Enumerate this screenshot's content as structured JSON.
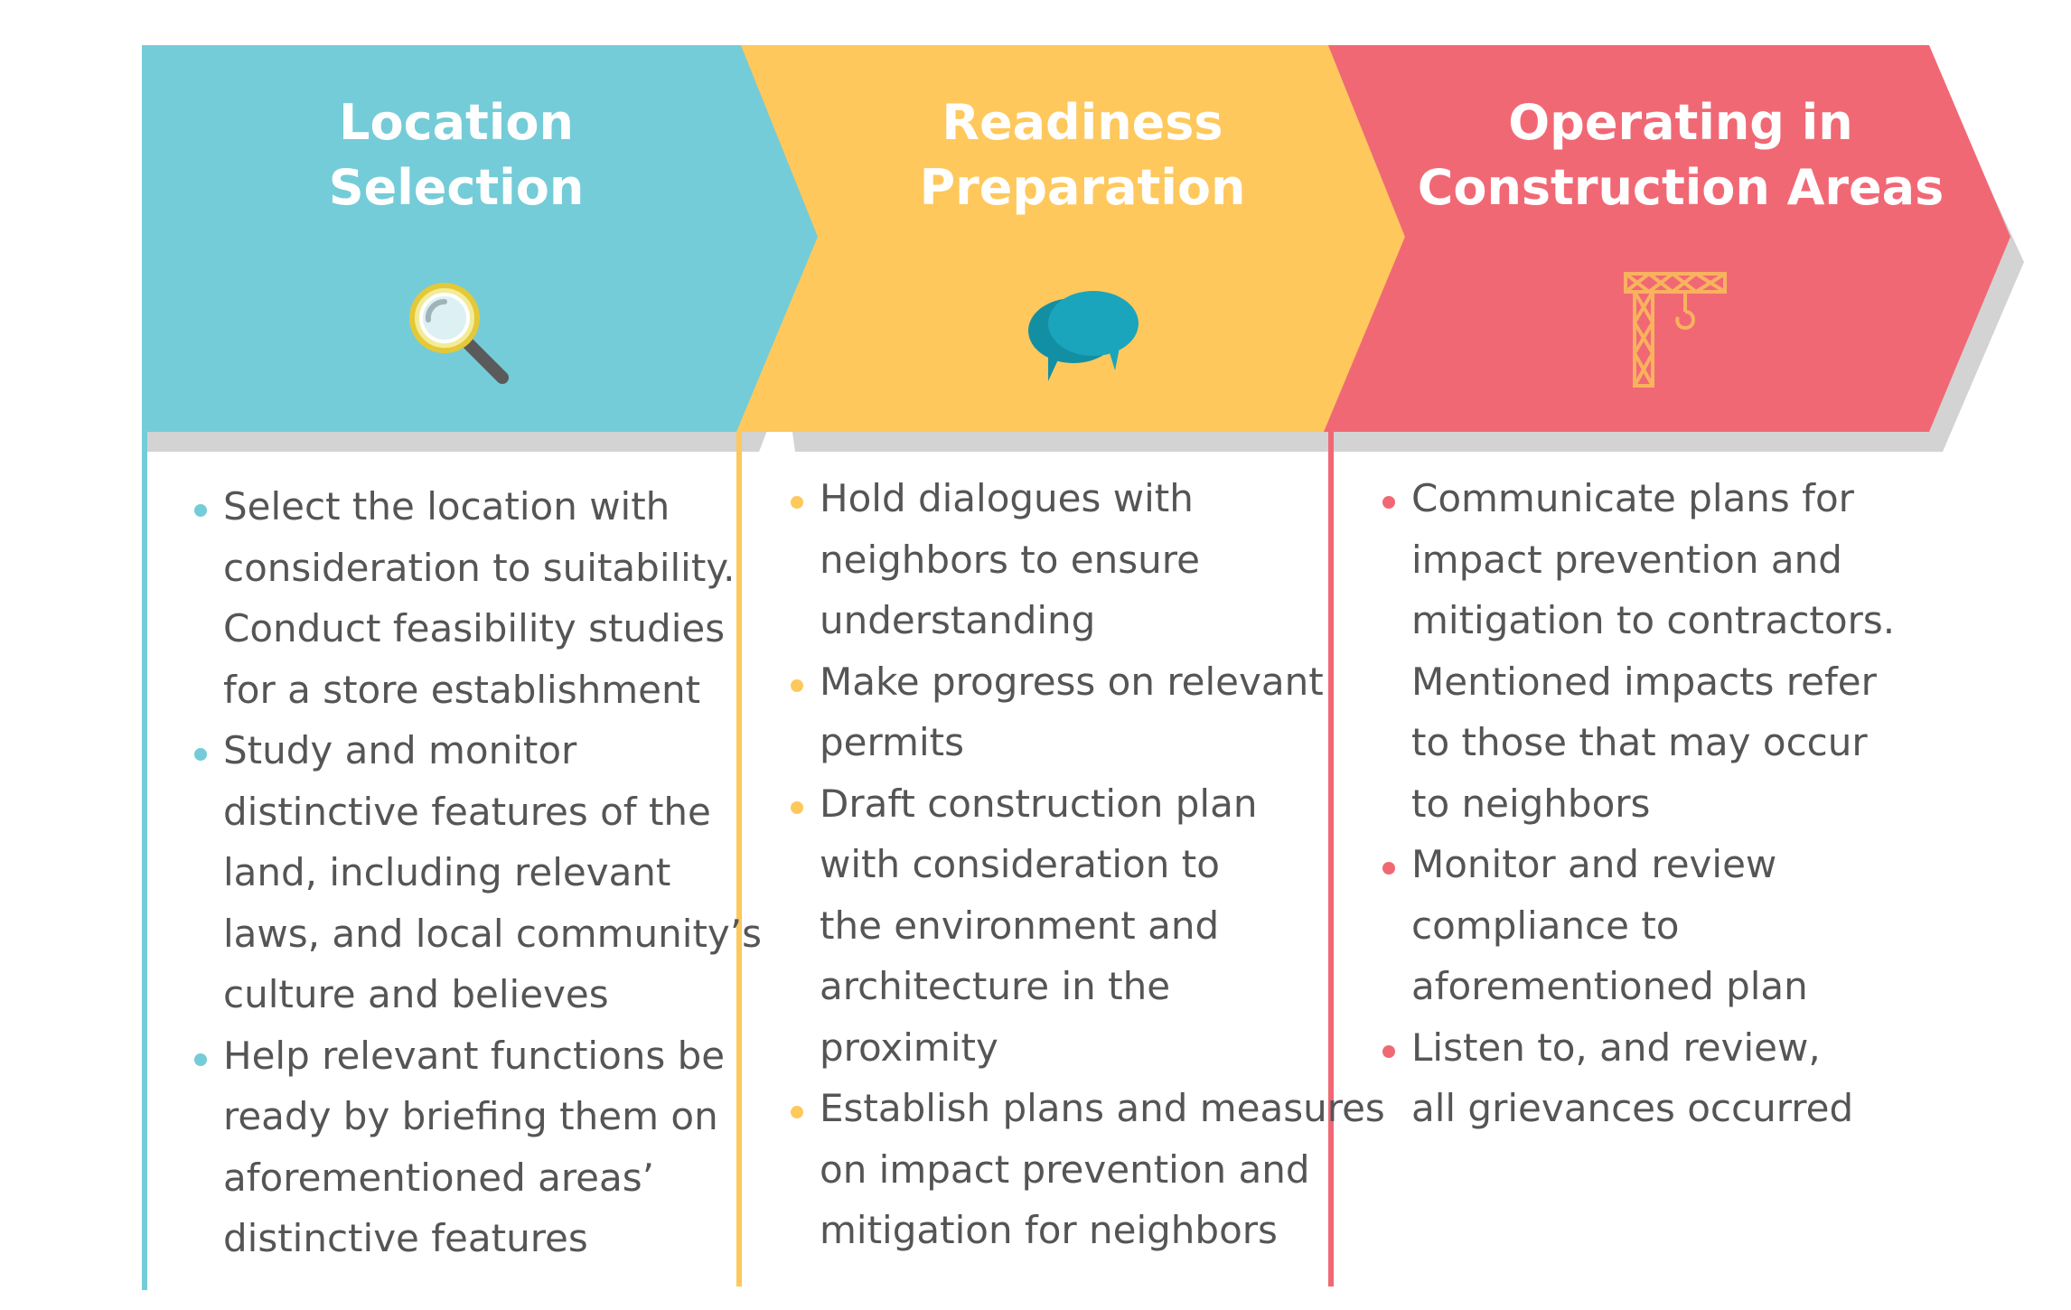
{
  "colors": {
    "teal": "#74CCD8",
    "yellow": "#FEC85C",
    "red": "#F16875",
    "shadow": "#D3D3D3",
    "text": "#555555",
    "chat_blue": "#1BA5BC",
    "crane_orange": "#F9B25E"
  },
  "stages": [
    {
      "title_lines": [
        "Location",
        "Selection"
      ],
      "icon": "magnifier-icon",
      "items": [
        [
          "Select the location with",
          "consideration to suitability.",
          "Conduct feasibility studies",
          "for a store establishment"
        ],
        [
          "Study and monitor",
          "distinctive features of the",
          "land, including relevant",
          "laws, and local community’s",
          "culture and believes"
        ],
        [
          "Help relevant functions be",
          "ready by briefing them on",
          "aforementioned areas’",
          "distinctive features"
        ]
      ]
    },
    {
      "title_lines": [
        "Readiness",
        "Preparation"
      ],
      "icon": "speech-bubbles-icon",
      "items": [
        [
          "Hold dialogues with",
          "neighbors to ensure",
          "understanding"
        ],
        [
          "Make progress on relevant",
          "permits"
        ],
        [
          "Draft construction plan",
          "with consideration to",
          "the environment and",
          "architecture in the",
          "proximity"
        ],
        [
          "Establish plans and measures",
          "on impact prevention and",
          "mitigation for neighbors"
        ]
      ]
    },
    {
      "title_lines": [
        "Operating in",
        "Construction Areas"
      ],
      "icon": "crane-icon",
      "items": [
        [
          "Communicate plans for",
          "impact prevention and",
          "mitigation to contractors.",
          "Mentioned impacts refer",
          "to those that may occur",
          "to neighbors"
        ],
        [
          "Monitor and review",
          "compliance to",
          "aforementioned plan"
        ],
        [
          "Listen to, and review,",
          "all grievances occurred"
        ]
      ]
    }
  ]
}
